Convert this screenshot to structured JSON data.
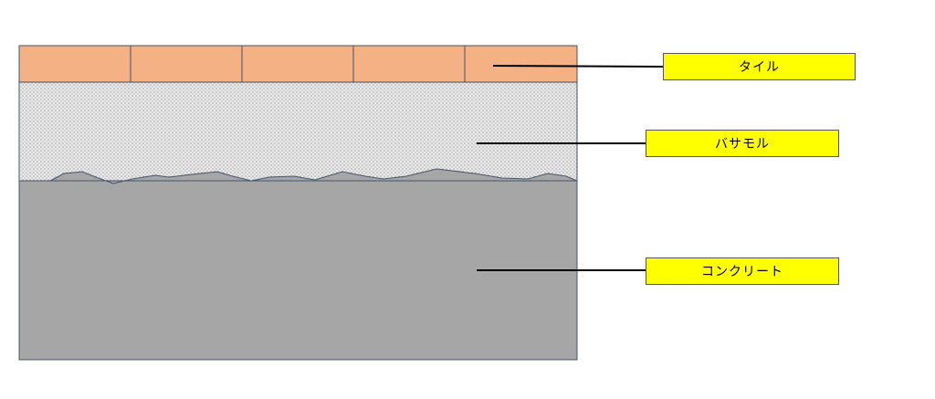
{
  "labels": {
    "tile": "タイル",
    "mortar": "バサモル",
    "concrete": "コンクリート"
  },
  "colors": {
    "tile": "#f4b183",
    "mortar": "#e6e6e6",
    "concrete": "#a6a6a6",
    "label_bg": "#ffff00",
    "outline": "#44546a",
    "leader": "#000000"
  }
}
